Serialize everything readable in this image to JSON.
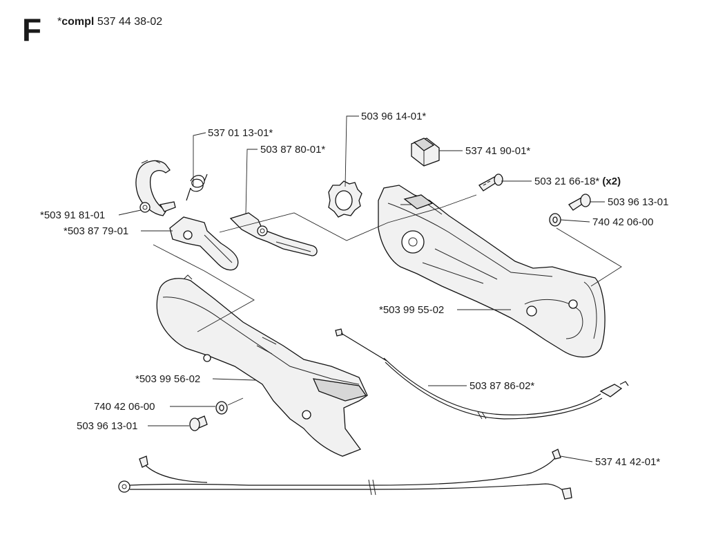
{
  "header": {
    "section": "F",
    "asterisk": "*",
    "compl_label": "compl",
    "compl_number": "537 44 38-02"
  },
  "callouts": {
    "c_537_01_13_01": "537 01 13-01*",
    "c_503_87_80_01": "503 87 80-01*",
    "c_503_96_14_01": "503 96 14-01*",
    "c_537_41_90_01": "537 41 90-01*",
    "c_503_21_66_18": "503 21 66-18*",
    "c_503_21_66_18_qty": "(x2)",
    "c_503_96_13_01_right": "503 96 13-01",
    "c_740_42_06_00_right": "740 42 06-00",
    "c_503_91_81_01": "*503 91 81-01",
    "c_503_87_79_01": "*503 87 79-01",
    "c_503_99_55_02": "*503 99 55-02",
    "c_503_99_56_02": "*503 99 56-02",
    "c_503_87_86_02": "503 87 86-02*",
    "c_740_42_06_00_left": "740 42 06-00",
    "c_503_96_13_01_left": "503 96 13-01",
    "c_537_41_42_01": "537 41 42-01*"
  }
}
